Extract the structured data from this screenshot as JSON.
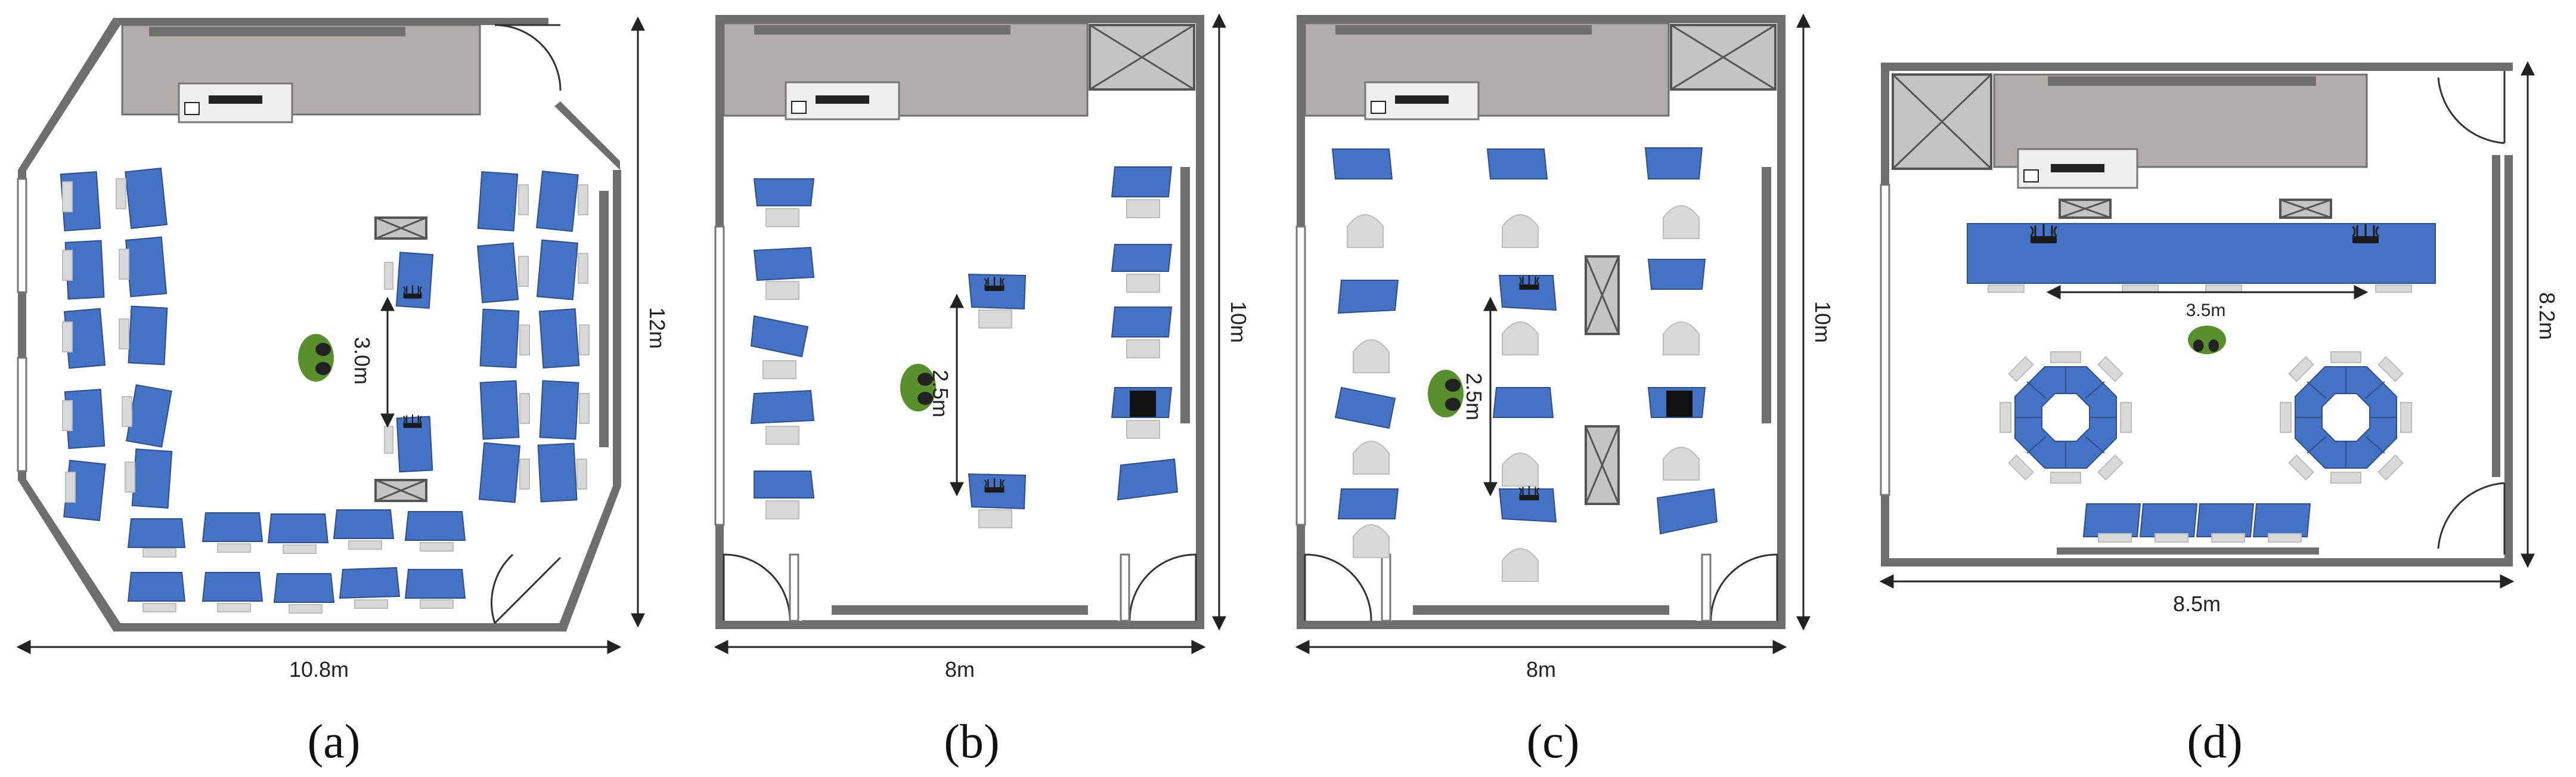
{
  "panels": [
    {
      "id": "a",
      "caption": "(a)",
      "width_label": "10.8m",
      "height_label": "12m",
      "distance_label": "3.0m"
    },
    {
      "id": "b",
      "caption": "(b)",
      "width_label": "8m",
      "height_label": "10m",
      "distance_label": "2.5m"
    },
    {
      "id": "c",
      "caption": "(c)",
      "width_label": "8m",
      "height_label": "10m",
      "distance_label": "2.5m"
    },
    {
      "id": "d",
      "caption": "(d)",
      "width_label": "8.5m",
      "height_label": "8.2m",
      "distance_label": "3.5m"
    }
  ],
  "colors": {
    "desk": "#4472c4",
    "wall": "#6e6e6e",
    "counter": "#b2adad",
    "chair": "#d9d9d9",
    "person": "#5a8f2e"
  },
  "icons": [
    "wifi-router-icon",
    "person-icon",
    "cabinet-icon",
    "door-swing-icon",
    "window-icon"
  ]
}
